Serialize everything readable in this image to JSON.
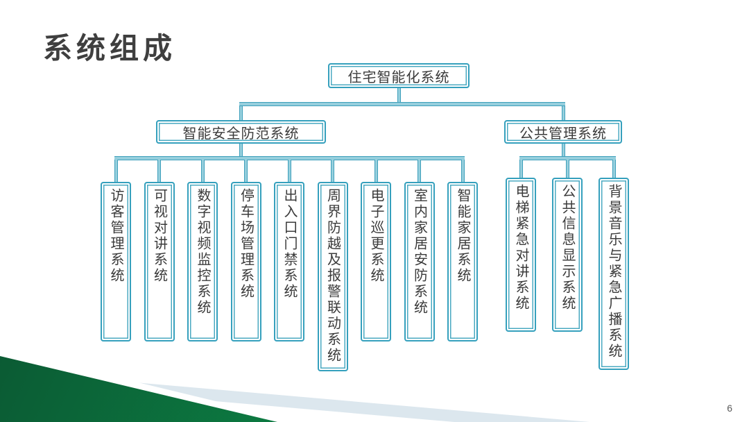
{
  "slide": {
    "title": "系统组成",
    "page_number": "6"
  },
  "diagram": {
    "root": {
      "label": "住宅智能化系统"
    },
    "branches": [
      {
        "label": "智能安全防范系统",
        "children": [
          "访客管理系统",
          "可视对讲系统",
          "数字视频监控系统",
          "停车场管理系统",
          "出入口门禁系统",
          "周界防越及报警联动系统",
          "电子巡更系统",
          "室内家居安防系统",
          "智能家居系统"
        ]
      },
      {
        "label": "公共管理系统",
        "children": [
          "电梯紧急对讲系统",
          "公共信息显示系统",
          "背景音乐与紧急广播系统"
        ]
      }
    ]
  },
  "colors": {
    "box_border": "#35a0bd",
    "box_inner_border": "#4aa9c1",
    "connector_edge": "#3d9fbb",
    "connector_fill": "#96cfdd",
    "text": "#3b3b3b",
    "title_text": "#3f3f3f",
    "deco_green_dark": "#0b5230",
    "deco_green_light": "#0ca152",
    "deco_gray_stripe": "#dce7ee"
  }
}
